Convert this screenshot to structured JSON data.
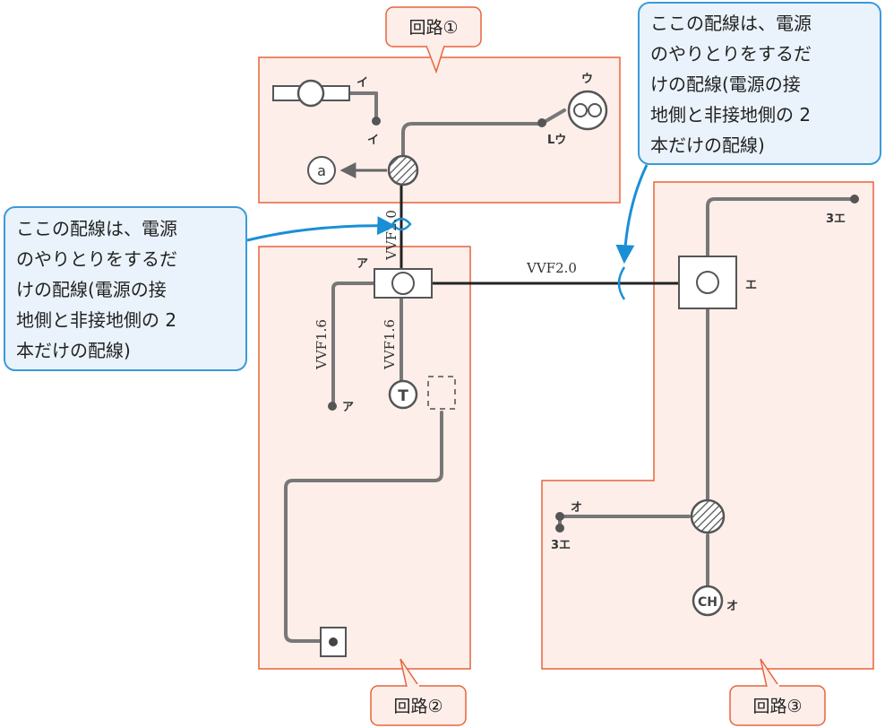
{
  "regions": {
    "r1": "回路①",
    "r2": "回路②",
    "r3": "回路③"
  },
  "callouts": {
    "left": [
      "ここの配線は、電源",
      "のやりとりをするだ",
      "けの配線(電源の接",
      "地側と非接地側の 2",
      "本だけの配線)"
    ],
    "right": [
      "ここの配線は、電源",
      "のやりとりをするだ",
      "けの配線(電源の接",
      "地側と非接地側の 2",
      "本だけの配線)"
    ]
  },
  "wires": {
    "w1": "VVF2.0",
    "w2": "VVF2.0",
    "w3": "VVF1.6",
    "w4": "VVF1.6"
  },
  "labels": {
    "i_top": "イ",
    "i_sw": "イ",
    "u_top": "ウ",
    "l_u": "Lウ",
    "a_outlet": "a",
    "a_box": "ア",
    "a_sw": "ア",
    "t_symbol": "T",
    "e_box": "エ",
    "e3_top": "3エ",
    "o_sw": "オ",
    "e3_bot": "3エ",
    "ch_symbol": "CH",
    "o_ch": "オ"
  },
  "colors": {
    "region_fill": "#fdeee9",
    "region_stroke": "#e8643c",
    "callout_fill": "#eaf3fb",
    "callout_stroke": "#3a9ad9",
    "arrow": "#1a8fd6",
    "wire": "#777777"
  }
}
